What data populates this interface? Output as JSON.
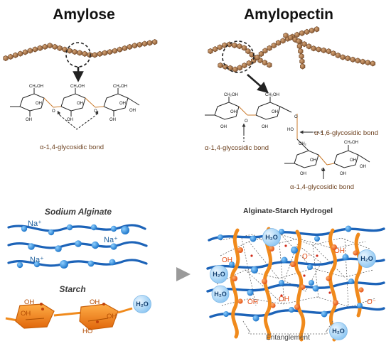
{
  "top": {
    "amylose": {
      "title": "Amylose",
      "bond_label": "α-1,4-glycosidic bond"
    },
    "amylopectin": {
      "title": "Amylopectin",
      "bond_label_left": "α-1,4-glycosidic bond",
      "bond_label_right": "α-1,6-glycosidic bond",
      "bond_label_bottom": "α-1,4-glycosidic bond"
    },
    "groups": {
      "ch2oh": "CH₂OH",
      "oh": "OH",
      "o": "O",
      "ho": "HO",
      "ch2": "CH₂"
    }
  },
  "bottom": {
    "sodium_alginate": {
      "title": "Sodium Alginate",
      "ion": "Na⁺"
    },
    "starch": {
      "title": "Starch",
      "oh": "OH",
      "ho": "HO",
      "water": "H₂O"
    },
    "hydrogel": {
      "title": "Alginate-Starch Hydrogel",
      "water": "H₂O",
      "oh": "OH",
      "o_minus": "O⁻",
      "entanglement": "Entanglement"
    }
  },
  "colors": {
    "amylose_bead": "#a57246",
    "alginate_chain": "#1c63b8",
    "alginate_bead": "#2d8fe0",
    "starch_ring": "#f08a1c",
    "bond_label": "#6b3f1d",
    "water_bubble": "#cfe6fa",
    "arrow": "#a9a9a9"
  }
}
